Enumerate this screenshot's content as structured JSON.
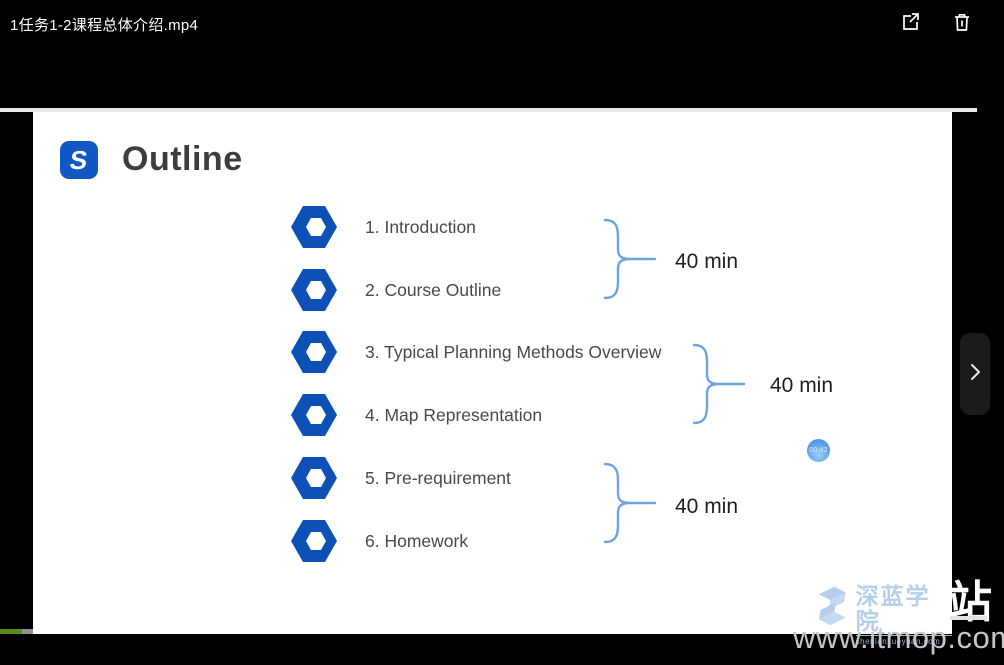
{
  "window": {
    "title": "1任务1-2课程总体介绍.mp4"
  },
  "toolbar": {
    "icons": [
      "share-icon",
      "trash-icon"
    ]
  },
  "slide": {
    "logo_text": "S",
    "title": "Outline",
    "items": [
      "1. Introduction",
      "2. Course Outline",
      "3. Typical Planning Methods Overview",
      "4. Map Representation",
      "5. Pre-requirement",
      "6. Homework"
    ],
    "durations": [
      "40 min",
      "40 min",
      "40 min"
    ],
    "groups": [
      {
        "covers": "items 1-2",
        "duration": "40 min"
      },
      {
        "covers": "items 3-4",
        "duration": "40 min"
      },
      {
        "covers": "items 5-6",
        "duration": "40 min"
      }
    ]
  },
  "overlays": {
    "time_bubble": "00:42",
    "watermark_name": "深蓝学院",
    "watermark_domain": "shenlanxueyuan.com",
    "watermark_partial_char": "站",
    "watermark_site": "www.itmop.com",
    "next_icon": "chevron-right-icon"
  },
  "colors": {
    "hexagon_blue": "#0d51b6",
    "logo_blue": "#1257c6",
    "brace_blue": "#6fa3e0",
    "progress_green": "#5d8915",
    "progress_gray": "#909090",
    "title_gray": "#3d3d3d",
    "watermark_blue": "#a9c7e8"
  }
}
